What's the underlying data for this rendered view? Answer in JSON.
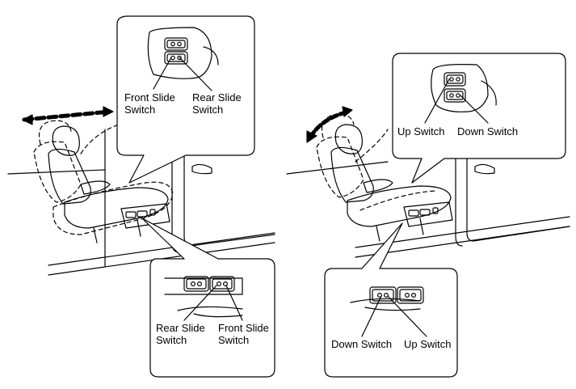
{
  "left_panel": {
    "top_callout": {
      "label_a_line1": "Front Slide",
      "label_a_line2": "Switch",
      "label_b_line1": "Rear Slide",
      "label_b_line2": "Switch"
    },
    "bottom_callout": {
      "label_a_line1": "Rear Slide",
      "label_a_line2": "Switch",
      "label_b_line1": "Front Slide",
      "label_b_line2": "Switch"
    }
  },
  "right_panel": {
    "top_callout": {
      "label_a": "Up Switch",
      "label_b": "Down Switch"
    },
    "bottom_callout": {
      "label_a": "Down Switch",
      "label_b": "Up Switch"
    }
  },
  "colors": {
    "line": "#000000",
    "background": "#ffffff"
  }
}
